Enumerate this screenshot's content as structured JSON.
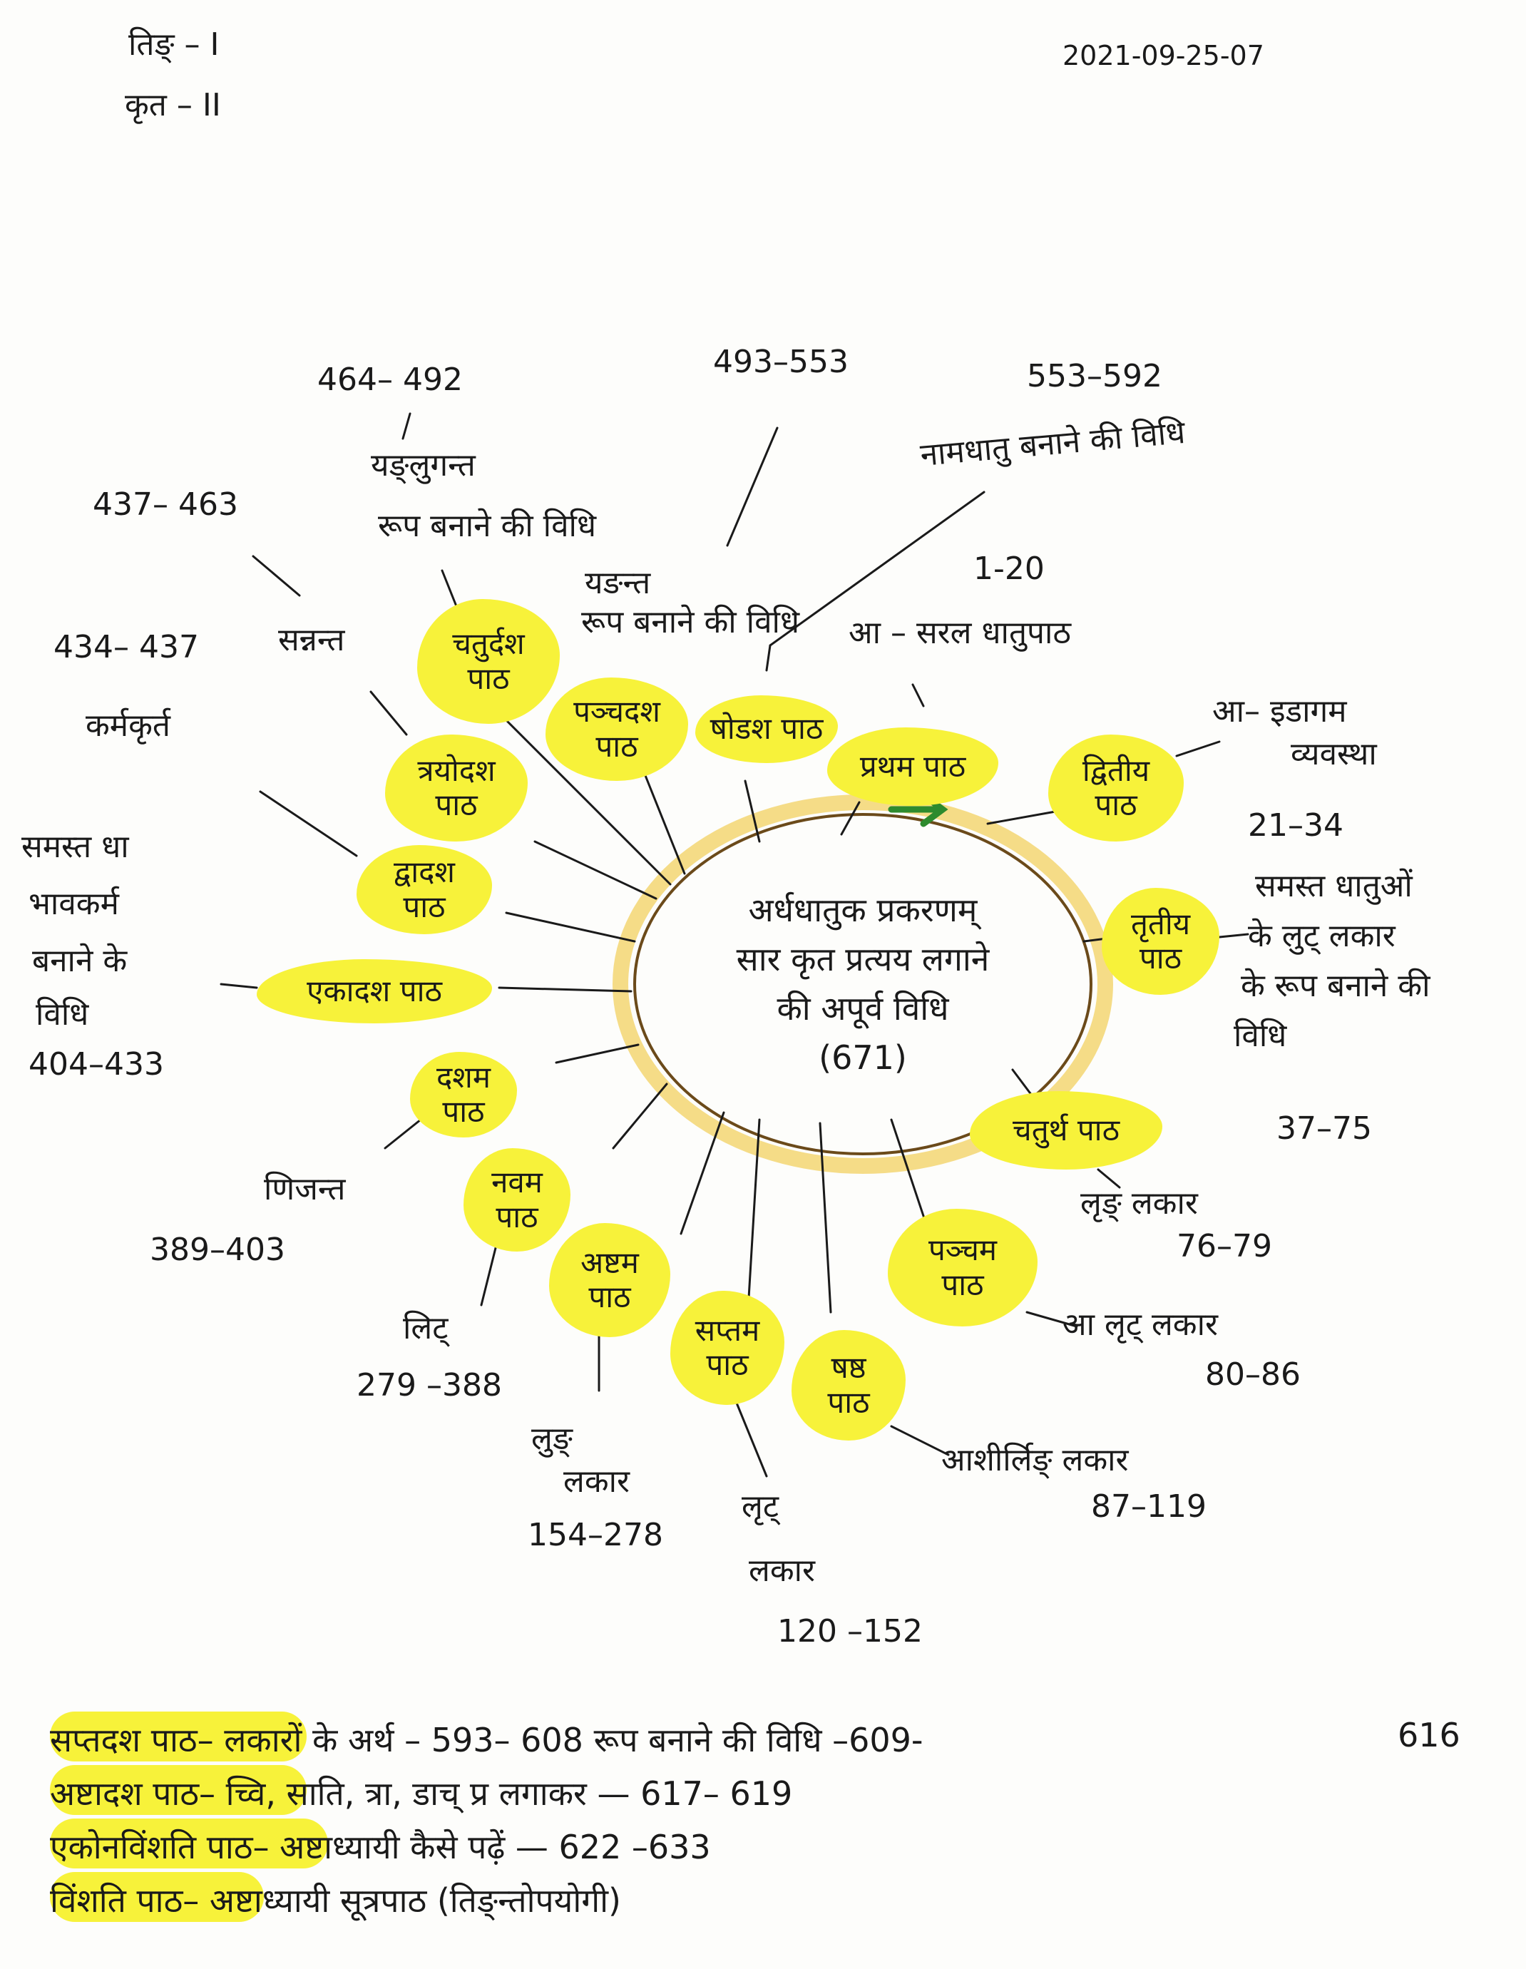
{
  "header": {
    "tinga": "तिङ् – I",
    "kridanta": "कृत – II",
    "date": "2021-09-25-07"
  },
  "center": {
    "line1": "अर्धधातुक प्रकरणम्",
    "line2": "सार कृत प्रत्यय लगाने",
    "line3": "की अपूर्व विधि",
    "line4": "(671)"
  },
  "nodes": {
    "prathama": "प्रथम पाठ",
    "dvitiya_1": "द्वितीय",
    "dvitiya_2": "पाठ",
    "tritiya_1": "तृतीय",
    "tritiya_2": "पाठ",
    "chaturtha": "चतुर्थ पाठ",
    "panchama_1": "पञ्चम",
    "panchama_2": "पाठ",
    "shashtha_1": "षष्ठ",
    "shashtha_2": "पाठ",
    "saptama_1": "सप्तम",
    "saptama_2": "पाठ",
    "ashtama_1": "अष्टम",
    "ashtama_2": "पाठ",
    "navama_1": "नवम",
    "navama_2": "पाठ",
    "dashama_1": "दशम",
    "dashama_2": "पाठ",
    "ekadasha": "एकादश पाठ",
    "dvadasha_1": "द्वादश",
    "dvadasha_2": "पाठ",
    "trayodasha_1": "त्रयोदश",
    "trayodasha_2": "पाठ",
    "chaturdasha_1": "चतुर्दश",
    "chaturdasha_2": "पाठ",
    "panchadasha_1": "पञ्चदश",
    "panchadasha_2": "पाठ",
    "shodasha": "षोडश पाठ"
  },
  "labels": {
    "prathama_title": "आ – सरल धातुपाठ",
    "prathama_range": "1-20",
    "dvitiya_title1": "आ– इडागम",
    "dvitiya_title2": "व्यवस्था",
    "dvitiya_range": "21–34",
    "tritiya_l1": "समस्त धातुओं",
    "tritiya_l2": "के लुट् लकार",
    "tritiya_l3": "के रूप बनाने की",
    "tritiya_l4": "विधि",
    "tritiya_range": "37–75",
    "chaturtha_l1": "लृङ् लकार",
    "chaturtha_range": "76–79",
    "panchama_l1": "आ लृट् लकार",
    "panchama_range": "80–86",
    "shashtha_l1": "आशीर्लिङ् लकार",
    "shashtha_range": "87–119",
    "saptama_l1": "लृट्",
    "saptama_l2": "लकार",
    "saptama_range": "120 –152",
    "ashtama_l1": "लुङ्",
    "ashtama_l2": "लकार",
    "ashtama_range": "154–278",
    "navama_l1": "लिट्",
    "navama_range": "279 –388",
    "dashama_l1": "णिजन्त",
    "dashama_range": "389–403",
    "ekadasha_l1": "समस्त धा",
    "ekadasha_l2": "भावकर्म",
    "ekadasha_l3": "बनाने के",
    "ekadasha_l4": "विधि",
    "ekadasha_range": "404–433",
    "dvadasha_l1": "कर्मकृर्त",
    "dvadasha_range": "434– 437",
    "trayodasha_l1": "सन्नन्त",
    "trayodasha_range": "437– 463",
    "chaturdasha_l1": "यङ्लुगन्त",
    "chaturdasha_l2": "रूप बनाने की विधि",
    "chaturdasha_range": "464– 492",
    "panchadasha_l1": "यङन्त",
    "panchadasha_l2": "रूप बनाने की विधि",
    "panchadasha_range": "493–553",
    "shodasha_l1": "नामधातु बनाने की विधि",
    "shodasha_range": "553–592"
  },
  "bottom": {
    "r1_node": "सप्तदश पाठ",
    "r1_text": "– लकारों के अर्थ – 593– 608     रूप बनाने की विधि –609-",
    "r1_cont": "616",
    "r2_node": "अष्टादश पाठ",
    "r2_text": "– च्वि, साति, त्रा, डाच् प्र लगाकर — 617– 619",
    "r3_node": "एकोनविंशति पाठ",
    "r3_text": "– अष्टाध्यायी कैसे पढ़ें — 622 –633",
    "r4_node": "विंशति पाठ",
    "r4_text": "– अष्टाध्यायी सूत्रपाठ (तिङ्न्तोपयोगी)"
  },
  "colors": {
    "highlight": "#f7f23a",
    "ring": "#f0c040",
    "arrow": "#2e8b2e",
    "ink": "#1a1a1a"
  }
}
